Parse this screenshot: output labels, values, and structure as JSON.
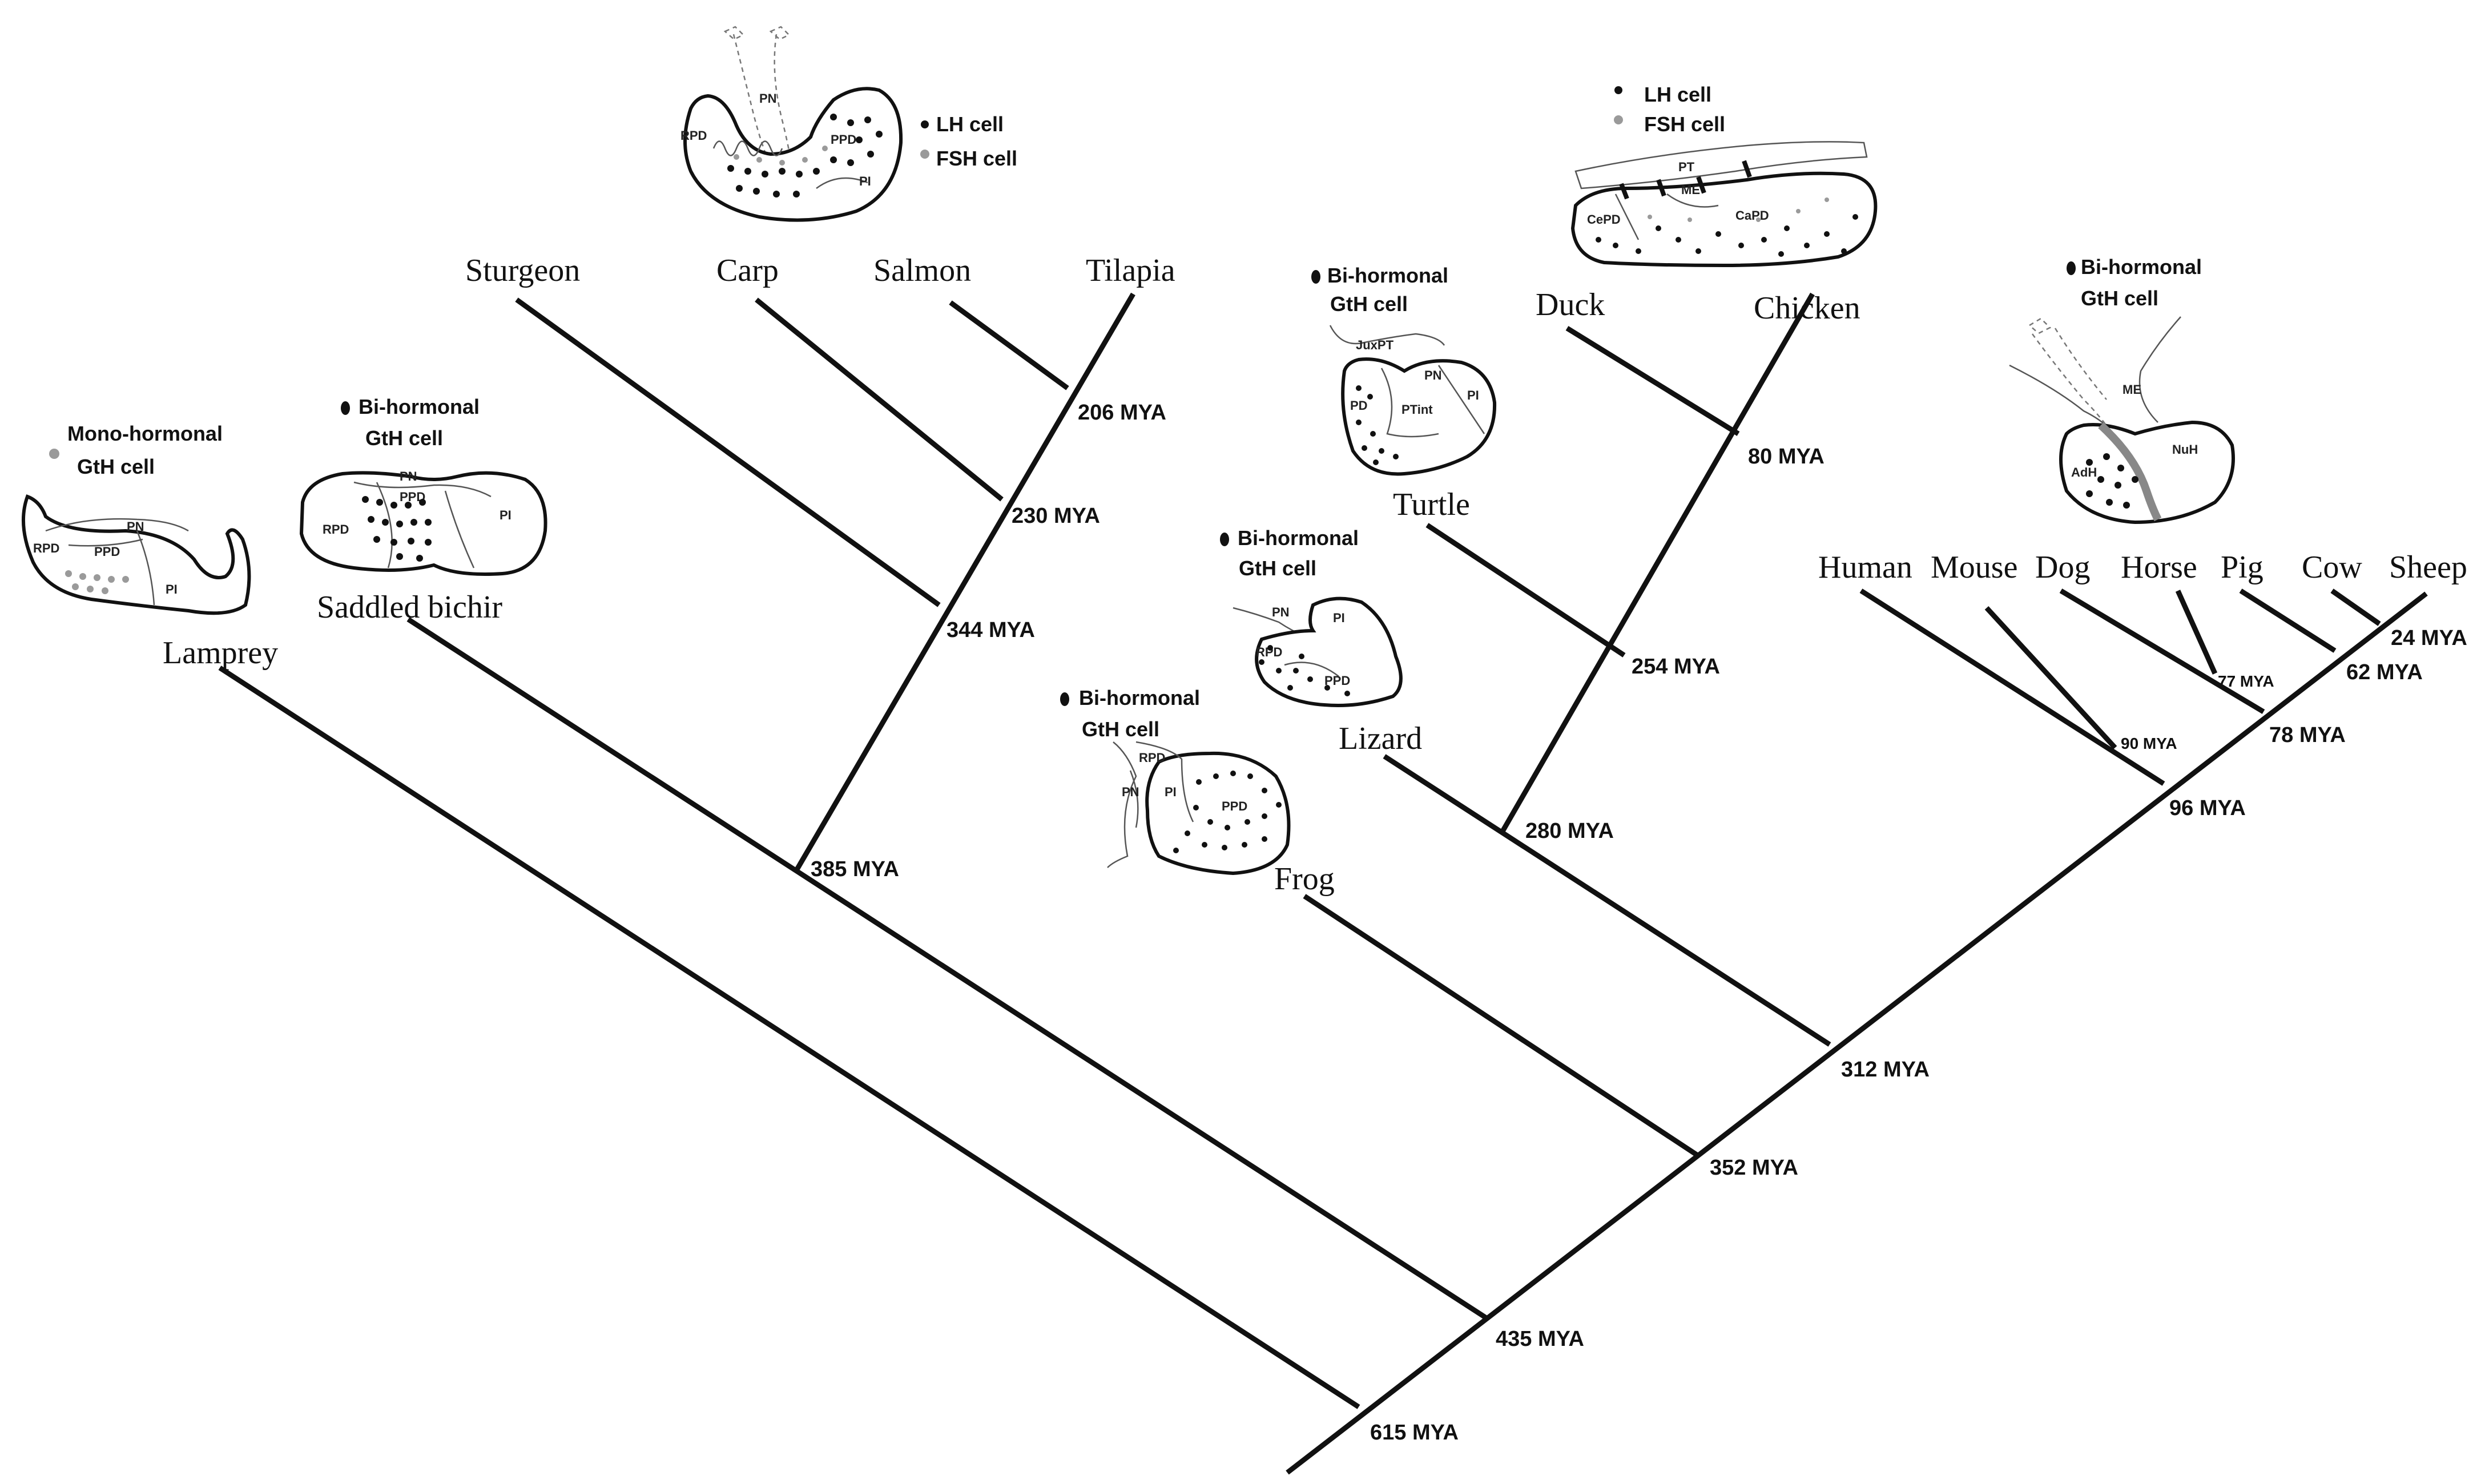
{
  "taxa": {
    "lamprey": "Lamprey",
    "saddled_bichir": "Saddled bichir",
    "sturgeon": "Sturgeon",
    "carp": "Carp",
    "salmon": "Salmon",
    "tilapia": "Tilapia",
    "frog": "Frog",
    "lizard": "Lizard",
    "turtle": "Turtle",
    "duck": "Duck",
    "chicken": "Chicken",
    "human": "Human",
    "mouse": "Mouse",
    "dog": "Dog",
    "horse": "Horse",
    "pig": "Pig",
    "cow": "Cow",
    "sheep": "Sheep"
  },
  "nodes": {
    "n615": "615 MYA",
    "n435": "435 MYA",
    "n385": "385 MYA",
    "n344": "344 MYA",
    "n230": "230 MYA",
    "n206": "206 MYA",
    "n352": "352 MYA",
    "n312": "312 MYA",
    "n280": "280 MYA",
    "n254": "254 MYA",
    "n80": "80 MYA",
    "n96": "96 MYA",
    "n90": "90 MYA",
    "n78": "78 MYA",
    "n77": "77 MYA",
    "n62": "62 MYA",
    "n24": "24 MYA"
  },
  "legends": {
    "lamprey": [
      "Mono-hormonal",
      "GtH cell"
    ],
    "bichir": [
      "Bi-hormonal",
      "GtH cell"
    ],
    "fish": [
      "LH cell",
      "FSH cell"
    ],
    "turtle": [
      "Bi-hormonal",
      "GtH cell"
    ],
    "lizard": [
      "Bi-hormonal",
      "GtH cell"
    ],
    "frog": [
      "Bi-hormonal",
      "GtH cell"
    ],
    "bird": [
      "LH cell",
      "FSH cell"
    ],
    "mammal": [
      "Bi-hormonal",
      "GtH cell"
    ]
  },
  "regions": {
    "lamprey": [
      "RPD",
      "PN",
      "PPD",
      "PI"
    ],
    "bichir": [
      "PN",
      "PPD",
      "RPD",
      "PI"
    ],
    "fish": [
      "PN",
      "RPD",
      "PPD",
      "PI"
    ],
    "turtle": [
      "JuxPT",
      "PN",
      "PI",
      "PD",
      "PTint"
    ],
    "lizard": [
      "PN",
      "PI",
      "RPD",
      "PPD"
    ],
    "frog": [
      "RPD",
      "PN",
      "PI",
      "PPD"
    ],
    "bird": [
      "PT",
      "ME",
      "CePD",
      "CaPD"
    ],
    "mammal": [
      "ME",
      "AdH",
      "NuH"
    ]
  },
  "colors": {
    "line": "#111111",
    "gray_dot": "#9a9a9a"
  }
}
